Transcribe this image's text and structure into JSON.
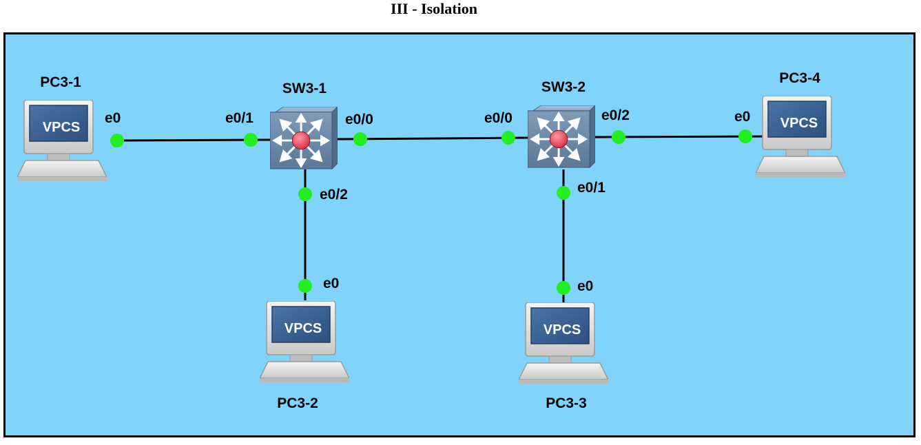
{
  "title": "III - Isolation",
  "colors": {
    "canvas_bg": "#80d4fc",
    "link": "#000000",
    "port_dot": "#22ee22",
    "switch_body": "#6b8fb0",
    "switch_core": "#e0405a"
  },
  "nodes": {
    "pc1": {
      "name": "PC3-1",
      "type": "vpcs",
      "badge": "VPCS",
      "icon": "computer-icon"
    },
    "pc2": {
      "name": "PC3-2",
      "type": "vpcs",
      "badge": "VPCS",
      "icon": "computer-icon"
    },
    "pc3": {
      "name": "PC3-3",
      "type": "vpcs",
      "badge": "VPCS",
      "icon": "computer-icon"
    },
    "pc4": {
      "name": "PC3-4",
      "type": "vpcs",
      "badge": "VPCS",
      "icon": "computer-icon"
    },
    "sw1": {
      "name": "SW3-1",
      "type": "switch",
      "icon": "multilayer-switch-icon"
    },
    "sw2": {
      "name": "SW3-2",
      "type": "switch",
      "icon": "multilayer-switch-icon"
    }
  },
  "links": [
    {
      "a": "pc1",
      "a_port": "e0",
      "b": "sw1",
      "b_port": "e0/1"
    },
    {
      "a": "sw1",
      "a_port": "e0/0",
      "b": "sw2",
      "b_port": "e0/0"
    },
    {
      "a": "sw1",
      "a_port": "e0/2",
      "b": "pc2",
      "b_port": "e0"
    },
    {
      "a": "sw2",
      "a_port": "e0/1",
      "b": "pc3",
      "b_port": "e0"
    },
    {
      "a": "sw2",
      "a_port": "e0/2",
      "b": "pc4",
      "b_port": "e0"
    }
  ]
}
